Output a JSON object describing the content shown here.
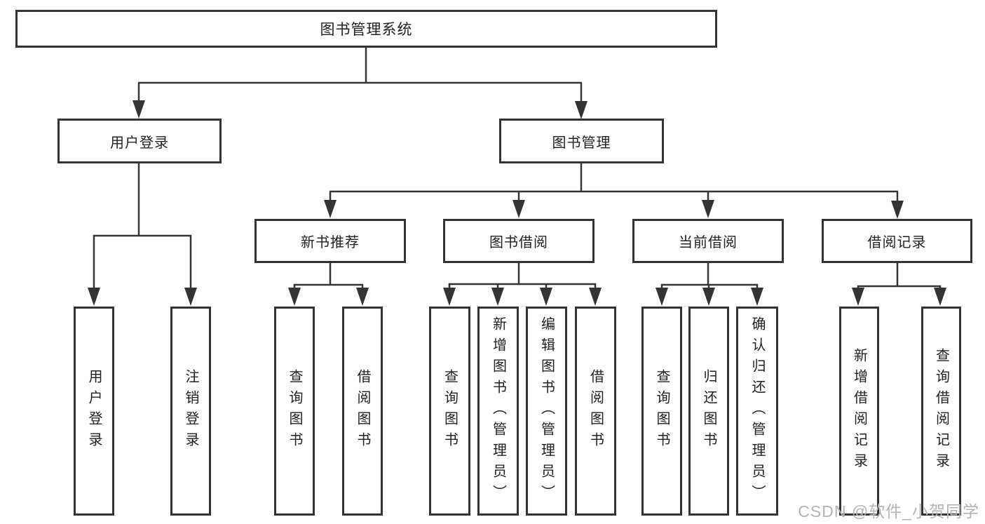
{
  "diagram": {
    "tree": {
      "label": "图书管理系统",
      "children": [
        {
          "label": "用户登录",
          "children": [
            {
              "label": "用户登录"
            },
            {
              "label": "注销登录"
            }
          ]
        },
        {
          "label": "图书管理",
          "children": [
            {
              "label": "新书推荐",
              "children": [
                {
                  "label": "查询图书"
                },
                {
                  "label": "借阅图书"
                }
              ]
            },
            {
              "label": "图书借阅",
              "children": [
                {
                  "label": "查询图书"
                },
                {
                  "label": "新增图书（管理员）"
                },
                {
                  "label": "编辑图书（管理员）"
                },
                {
                  "label": "借阅图书"
                }
              ]
            },
            {
              "label": "当前借阅",
              "children": [
                {
                  "label": "查询图书"
                },
                {
                  "label": "归还图书"
                },
                {
                  "label": "确认归还（管理员）"
                }
              ]
            },
            {
              "label": "借阅记录",
              "children": [
                {
                  "label": "新增借阅记录"
                },
                {
                  "label": "查询借阅记录"
                }
              ]
            }
          ]
        }
      ]
    }
  },
  "watermark": {
    "text": "CSDN @软件_小贺同学"
  },
  "colors": {
    "line": "#343434",
    "text": "#222222",
    "watermark": "#b4b4b4",
    "background": "#ffffff"
  }
}
